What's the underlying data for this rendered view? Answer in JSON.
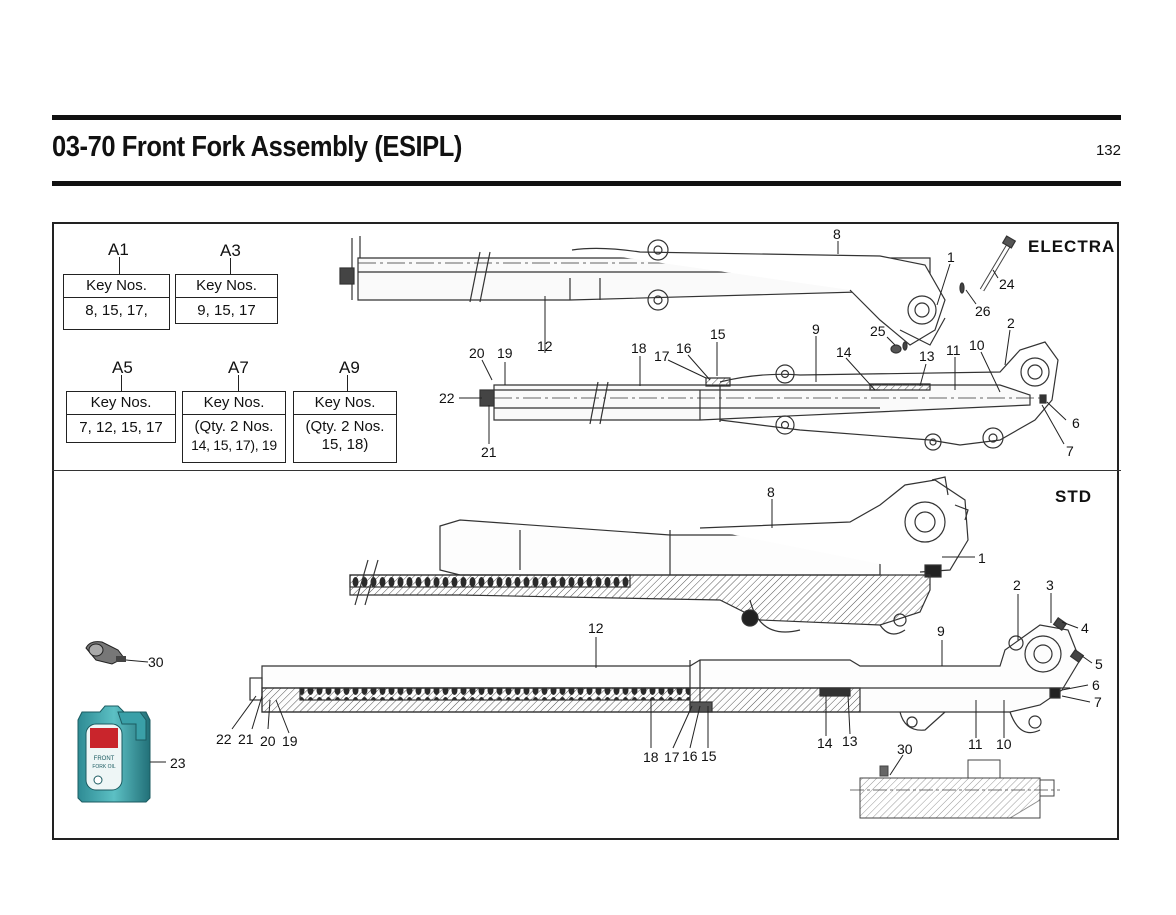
{
  "header": {
    "title": "03-70 Front Fork Assembly (ESIPL)",
    "page_number": "132"
  },
  "variants": {
    "electra": "ELECTRA",
    "std": "STD"
  },
  "key_boxes": [
    {
      "id": "A1",
      "header": "Key Nos.",
      "lines": [
        "8, 15, 17,"
      ]
    },
    {
      "id": "A3",
      "header": "Key Nos.",
      "lines": [
        "9, 15, 17"
      ]
    },
    {
      "id": "A5",
      "header": "Key Nos.",
      "lines": [
        "7, 12, 15, 17"
      ]
    },
    {
      "id": "A7",
      "header": "Key Nos.",
      "lines": [
        "(Qty. 2 Nos.",
        "14, 15, 17), 19"
      ]
    },
    {
      "id": "A9",
      "header": "Key Nos.",
      "lines": [
        "(Qty. 2 Nos.",
        "15, 18)"
      ]
    }
  ],
  "callouts": {
    "electra": [
      "8",
      "1",
      "24",
      "26",
      "25",
      "2",
      "12",
      "15",
      "9",
      "13",
      "14",
      "11",
      "10",
      "20",
      "19",
      "18",
      "17",
      "16",
      "22",
      "21",
      "6",
      "7"
    ],
    "std": [
      "8",
      "1",
      "2",
      "3",
      "4",
      "5",
      "6",
      "7",
      "12",
      "9",
      "30",
      "22",
      "21",
      "20",
      "19",
      "18",
      "17",
      "16",
      "15",
      "14",
      "13",
      "11",
      "10",
      "30",
      "23"
    ]
  },
  "accessory_labels": {
    "oil_can": [
      "FRONT",
      "FORK OIL"
    ]
  }
}
